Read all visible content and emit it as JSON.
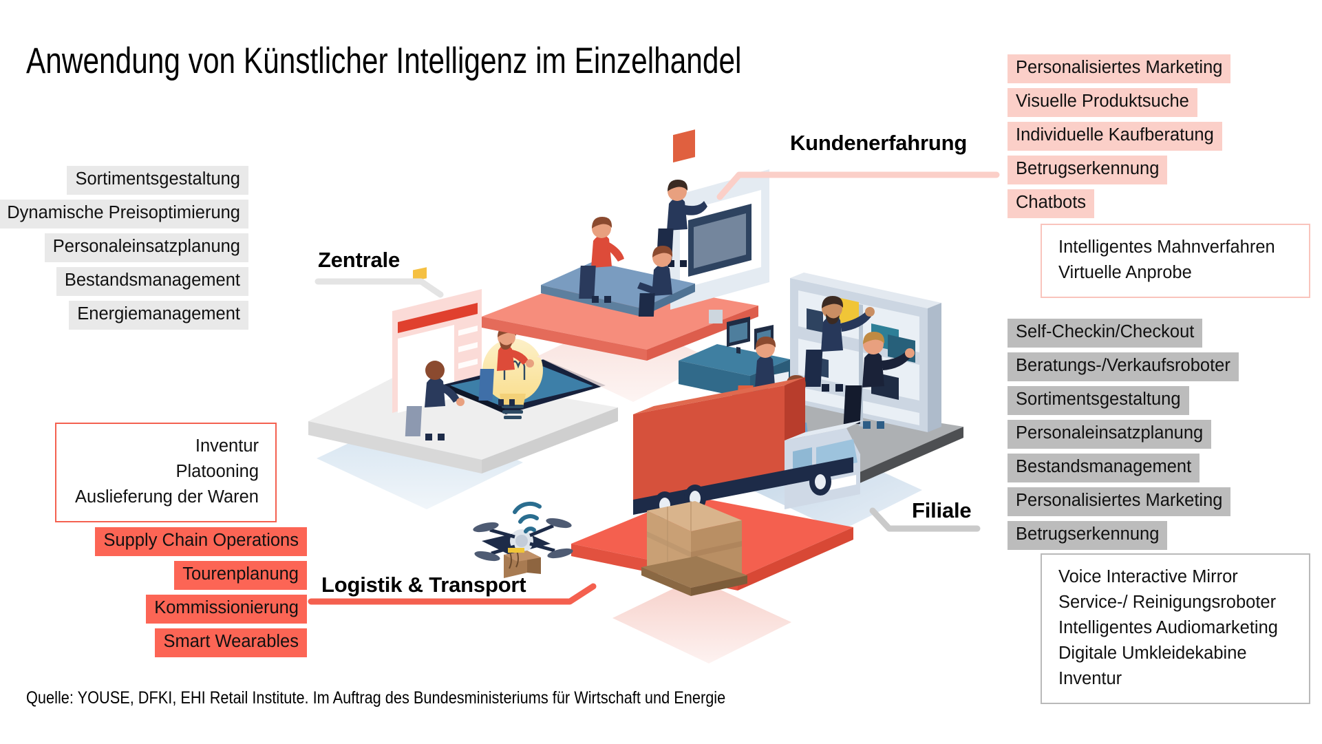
{
  "title": "Anwendung von Künstlicher Intelligenz im Einzelhandel",
  "footer": "Quelle: YOUSE, DFKI, EHI Retail Institute. Im Auftrag des Bundesministeriums für Wirtschaft und Energie",
  "colors": {
    "chip_gray_light": "#e9e9e9",
    "chip_gray_dark": "#bcbcbc",
    "chip_pink": "#fbcfc8",
    "chip_red": "#fc6555",
    "border_red": "#f4604f",
    "border_pink": "#f9c4bc",
    "border_gray": "#b9b9b9",
    "connector_gray": "#e2e2e2",
    "connector_pink": "#fbcfc8",
    "connector_red": "#f4604f",
    "connector_gray_dark": "#c9c9c9",
    "text": "#111111",
    "background": "#ffffff"
  },
  "clusters": {
    "zentrale": {
      "heading": "Zentrale",
      "chips": [
        "Sortimentsgestaltung",
        "Dynamische Preisoptimierung",
        "Personaleinsatzplanung",
        "Bestandsmanagement",
        "Energiemanagement"
      ]
    },
    "kundenerfahrung": {
      "heading": "Kundenerfahrung",
      "chips": [
        "Personalisiertes Marketing",
        "Visuelle Produktsuche",
        "Individuelle Kaufberatung",
        "Betrugserkennung",
        "Chatbots"
      ],
      "box_items": [
        "Intelligentes Mahnverfahren",
        "Virtuelle Anprobe"
      ]
    },
    "filiale": {
      "heading": "Filiale",
      "chips": [
        "Self-Checkin/Checkout",
        "Beratungs-/Verkaufsroboter",
        "Sortimentsgestaltung",
        "Personaleinsatzplanung",
        "Bestandsmanagement",
        "Personalisiertes Marketing",
        "Betrugserkennung"
      ],
      "box_items": [
        "Voice Interactive Mirror",
        "Service-/ Reinigungsroboter",
        "Intelligentes Audiomarketing",
        "Digitale Umkleidekabine",
        "Inventur"
      ]
    },
    "logistik": {
      "heading": "Logistik & Transport",
      "box_items": [
        "Inventur",
        "Platooning",
        "Auslieferung der Waren"
      ],
      "chips": [
        "Supply Chain Operations",
        "Tourenplanung",
        "Kommissionierung",
        "Smart Wearables"
      ]
    }
  },
  "illustration": {
    "scenes": [
      "zentrale-office-tablet-lightbulb",
      "kundenerfahrung-meeting-screen",
      "filiale-retail-store-shelves",
      "logistik-truck-drone-pallet"
    ]
  }
}
